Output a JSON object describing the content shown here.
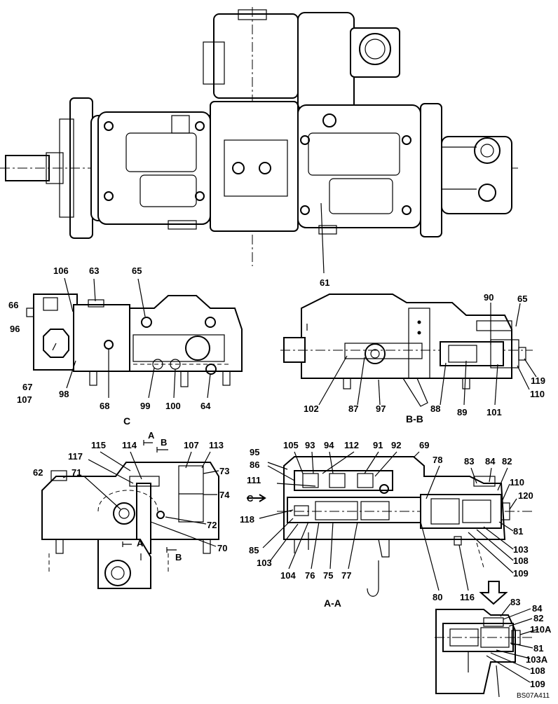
{
  "drawing_code": "BS07A411",
  "views": {
    "main": {
      "labels": [
        "61"
      ]
    },
    "view_c": {
      "title": "C",
      "labels": [
        "106",
        "63",
        "65",
        "66",
        "96",
        "67",
        "107",
        "98",
        "68",
        "99",
        "100",
        "64"
      ]
    },
    "view_bb": {
      "title": "B-B",
      "labels": [
        "90",
        "65",
        "119",
        "110",
        "102",
        "87",
        "97",
        "88",
        "89",
        "101"
      ]
    },
    "left_section": {
      "labels": [
        "115",
        "114",
        "107",
        "113",
        "117",
        "73",
        "71",
        "62",
        "74",
        "72",
        "70"
      ],
      "cut_marks": [
        "A",
        "B",
        "A",
        "B"
      ]
    },
    "view_aa": {
      "title": "A-A",
      "arrow_label": "C",
      "labels": [
        "105",
        "93",
        "94",
        "112",
        "91",
        "92",
        "69",
        "95",
        "86",
        "78",
        "83",
        "84",
        "82",
        "111",
        "110",
        "120",
        "118",
        "81",
        "103",
        "85",
        "103",
        "108",
        "104",
        "76",
        "75",
        "77",
        "109",
        "80",
        "116"
      ]
    },
    "detail": {
      "labels": [
        "83",
        "84",
        "82",
        "110A",
        "81",
        "103A",
        "108",
        "109"
      ]
    }
  }
}
